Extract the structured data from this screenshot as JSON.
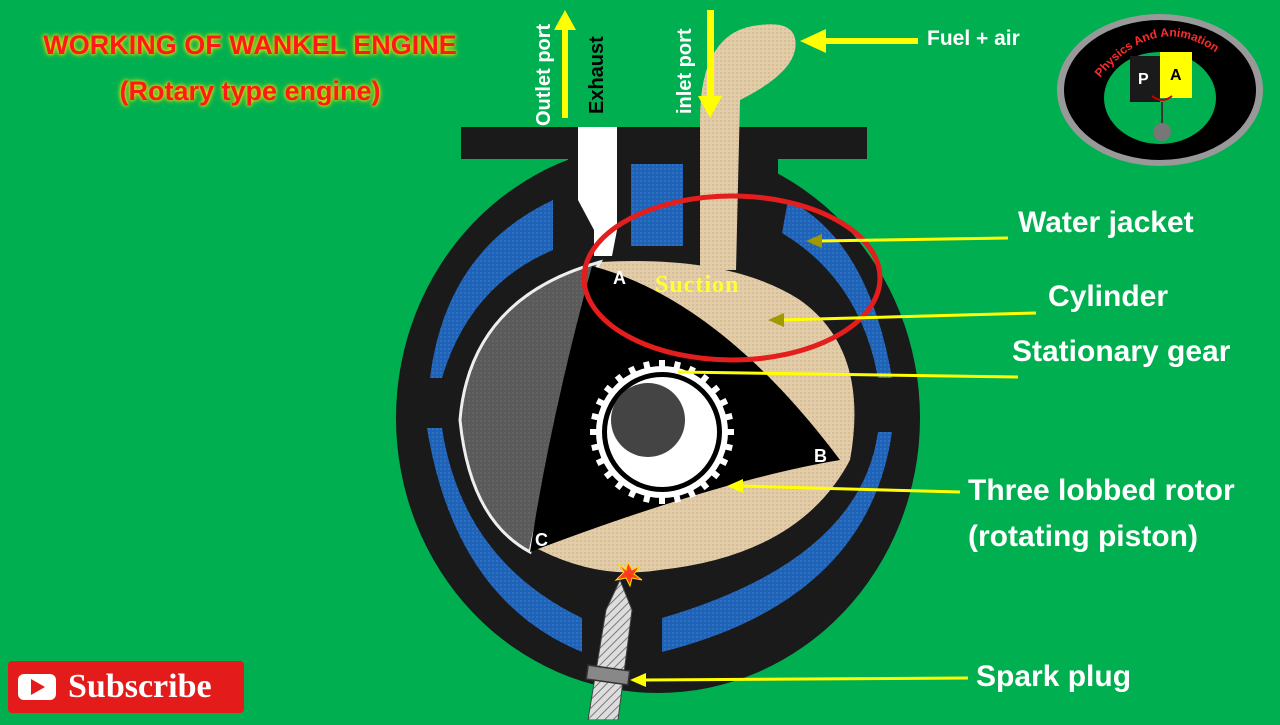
{
  "title": {
    "line1": "WORKING OF WANKEL ENGINE",
    "line2": "(Rotary type engine)"
  },
  "ports": {
    "outlet": "Outlet port",
    "exhaust": "Exhaust",
    "inlet": "inlet port",
    "fuel_air": "Fuel + air"
  },
  "labels": {
    "water_jacket": "Water jacket",
    "cylinder": "Cylinder",
    "stationary_gear": "Stationary gear",
    "rotor_line1": "Three lobbed rotor",
    "rotor_line2": "(rotating piston)",
    "spark_plug": "Spark plug"
  },
  "phase": "Suction",
  "apexes": {
    "a": "A",
    "b": "B",
    "c": "C"
  },
  "subscribe": "Subscribe",
  "logo": {
    "text": "Physics And Animation",
    "letters": [
      "P",
      "A"
    ]
  },
  "colors": {
    "background": "#00b050",
    "housing": "#1a1a1a",
    "water": "#1f63b8",
    "fuel_mixture": "#e3cca8",
    "arrow": "#ffff00",
    "highlight": "#e41d1d"
  }
}
